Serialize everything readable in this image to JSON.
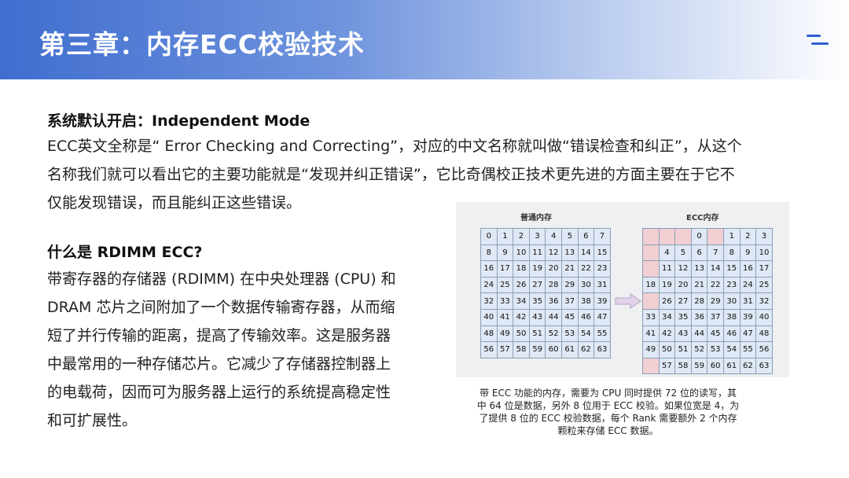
{
  "header": {
    "title": "第三章：内存ECC校验技术"
  },
  "section1": {
    "heading": "系统默认开启：Independent Mode",
    "lines": [
      "ECC英文全称是“ Error Checking and Correcting”，对应的中文名称就叫做“错误检查和纠正”，从这个",
      "名称我们就可以看出它的主要功能就是“发现并纠正错误”，它比奇偶校正技术更先进的方面主要在于它不",
      "仅能发现错误，而且能纠正这些错误。"
    ]
  },
  "section2": {
    "heading": "什么是 RDIMM ECC?",
    "lines": [
      "带寄存器的存储器 (RDIMM) 在中央处理器 (CPU) 和",
      "DRAM 芯片之间附加了一个数据传输寄存器，从而缩",
      "短了并行传输的距离，提高了传输效率。这是服务器",
      "中最常用的一种存储芯片。它减少了存储器控制器上",
      "的电载荷，因而可为服务器上运行的系统提高稳定性",
      "和可扩展性。"
    ]
  },
  "figure": {
    "left_label": "普通内存",
    "right_label": "ECC内存",
    "left_cells": [
      "0",
      "1",
      "2",
      "3",
      "4",
      "5",
      "6",
      "7",
      "8",
      "9",
      "10",
      "11",
      "12",
      "13",
      "14",
      "15",
      "16",
      "17",
      "18",
      "19",
      "20",
      "21",
      "22",
      "23",
      "24",
      "25",
      "26",
      "27",
      "28",
      "29",
      "30",
      "31",
      "32",
      "33",
      "34",
      "35",
      "36",
      "37",
      "38",
      "39",
      "40",
      "41",
      "42",
      "43",
      "44",
      "45",
      "46",
      "47",
      "48",
      "49",
      "50",
      "51",
      "52",
      "53",
      "54",
      "55",
      "56",
      "57",
      "58",
      "59",
      "60",
      "61",
      "62",
      "63"
    ],
    "right_cells": [
      {
        "t": "",
        "s": "p"
      },
      {
        "t": "",
        "s": "p"
      },
      {
        "t": "",
        "s": "p"
      },
      {
        "t": "0",
        "s": ""
      },
      {
        "t": "",
        "s": "p"
      },
      {
        "t": "1",
        "s": ""
      },
      {
        "t": "2",
        "s": ""
      },
      {
        "t": "3",
        "s": ""
      },
      {
        "t": "",
        "s": "p"
      },
      {
        "t": "4",
        "s": ""
      },
      {
        "t": "5",
        "s": ""
      },
      {
        "t": "6",
        "s": ""
      },
      {
        "t": "7",
        "s": ""
      },
      {
        "t": "8",
        "s": ""
      },
      {
        "t": "9",
        "s": ""
      },
      {
        "t": "10",
        "s": ""
      },
      {
        "t": "",
        "s": "p"
      },
      {
        "t": "11",
        "s": ""
      },
      {
        "t": "12",
        "s": ""
      },
      {
        "t": "13",
        "s": ""
      },
      {
        "t": "14",
        "s": ""
      },
      {
        "t": "15",
        "s": ""
      },
      {
        "t": "16",
        "s": ""
      },
      {
        "t": "17",
        "s": ""
      },
      {
        "t": "18",
        "s": ""
      },
      {
        "t": "19",
        "s": ""
      },
      {
        "t": "20",
        "s": ""
      },
      {
        "t": "21",
        "s": ""
      },
      {
        "t": "22",
        "s": ""
      },
      {
        "t": "23",
        "s": ""
      },
      {
        "t": "24",
        "s": ""
      },
      {
        "t": "25",
        "s": ""
      },
      {
        "t": "",
        "s": "p"
      },
      {
        "t": "26",
        "s": ""
      },
      {
        "t": "27",
        "s": ""
      },
      {
        "t": "28",
        "s": ""
      },
      {
        "t": "29",
        "s": ""
      },
      {
        "t": "30",
        "s": ""
      },
      {
        "t": "31",
        "s": ""
      },
      {
        "t": "32",
        "s": ""
      },
      {
        "t": "33",
        "s": ""
      },
      {
        "t": "34",
        "s": ""
      },
      {
        "t": "35",
        "s": ""
      },
      {
        "t": "36",
        "s": ""
      },
      {
        "t": "37",
        "s": ""
      },
      {
        "t": "38",
        "s": ""
      },
      {
        "t": "39",
        "s": ""
      },
      {
        "t": "40",
        "s": ""
      },
      {
        "t": "41",
        "s": ""
      },
      {
        "t": "42",
        "s": ""
      },
      {
        "t": "43",
        "s": ""
      },
      {
        "t": "44",
        "s": ""
      },
      {
        "t": "45",
        "s": ""
      },
      {
        "t": "46",
        "s": ""
      },
      {
        "t": "47",
        "s": ""
      },
      {
        "t": "48",
        "s": ""
      },
      {
        "t": "49",
        "s": ""
      },
      {
        "t": "50",
        "s": ""
      },
      {
        "t": "51",
        "s": ""
      },
      {
        "t": "52",
        "s": ""
      },
      {
        "t": "53",
        "s": ""
      },
      {
        "t": "54",
        "s": ""
      },
      {
        "t": "55",
        "s": ""
      },
      {
        "t": "56",
        "s": ""
      },
      {
        "t": "",
        "s": "p"
      },
      {
        "t": "57",
        "s": ""
      },
      {
        "t": "58",
        "s": ""
      },
      {
        "t": "59",
        "s": ""
      },
      {
        "t": "60",
        "s": ""
      },
      {
        "t": "61",
        "s": ""
      },
      {
        "t": "62",
        "s": ""
      },
      {
        "t": "63",
        "s": ""
      }
    ],
    "caption_lines": [
      "带 ECC 功能的内存，需要为 CPU 同时提供 72 位的读写，其",
      "中 64 位是数据，另外 8 位用于 ECC 校验。如果位宽是 4，为",
      "了提供 8 位的 ECC 校验数据，每个 Rank 需要额外 2 个内存",
      "颗粒来存储 ECC 数据。"
    ]
  },
  "colors": {
    "accent": "#2f5fd0",
    "header_start": "#3f6ecf",
    "cell_blue": "#dfe8f4",
    "cell_pink": "#f2cfd2"
  }
}
